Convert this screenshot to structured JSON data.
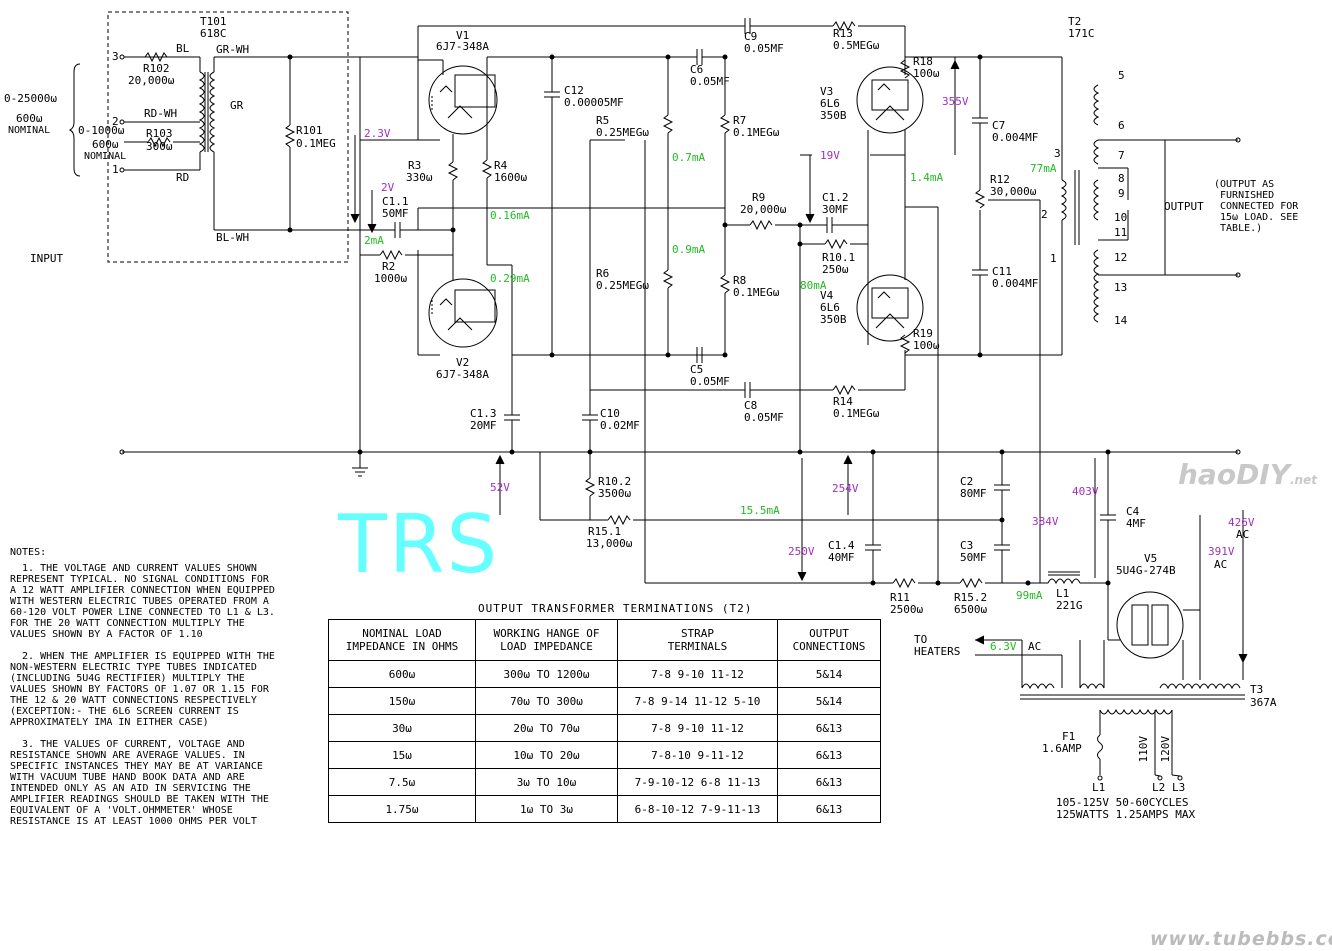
{
  "components": {
    "t101": {
      "name": "T101",
      "part": "618C"
    },
    "t2": {
      "name": "T2",
      "part": "171C"
    },
    "t3": {
      "name": "T3",
      "part": "367A"
    },
    "v1": {
      "name": "V1",
      "part": "6J7-348A"
    },
    "v2": {
      "name": "V2",
      "part": "6J7-348A"
    },
    "v3": {
      "name": "V3",
      "part": "6L6",
      "code": "350B"
    },
    "v4": {
      "name": "V4",
      "part": "6L6",
      "code": "350B"
    },
    "v5": {
      "name": "V5",
      "part": "5U4G-274B"
    },
    "l1": {
      "name": "L1",
      "part": "221G"
    },
    "f1": {
      "name": "F1",
      "value": "1.6AMP"
    }
  },
  "labels": {
    "t101_bl": "BL",
    "t101_rdwh": "RD-WH",
    "t101_rd": "RD",
    "t101_grwh": "GR-WH",
    "t101_gr": "GR",
    "t101_blwh": "BL-WH",
    "pin3": "3",
    "pin2": "2",
    "pin1": "1",
    "range1": "0-25000ω",
    "nom1": "600ω",
    "nom1b": "NOMINAL",
    "range2": "0-1000ω",
    "nom2": "600ω",
    "nom2b": "NOMINAL",
    "input": "INPUT",
    "r101": "R101",
    "r101v": "0.1MEG",
    "r102": "R102",
    "r102v": "20,000ω",
    "r103": "R103",
    "r103v": "300ω",
    "r3": "R3",
    "r3v": "330ω",
    "r4": "R4",
    "r4v": "1600ω",
    "c11": "C1.1",
    "c11v": "50MF",
    "r2": "R2",
    "r2v": "1000ω",
    "c12": "C12",
    "c12v": "0.00005MF",
    "r5": "R5",
    "r5v": "0.25MEGω",
    "r6": "R6",
    "r6v": "0.25MEGω",
    "c6": "C6",
    "c6v": "0.05MF",
    "c9": "C9",
    "c9v": "0.05MF",
    "r13": "R13",
    "r13v": "0.5MEGω",
    "r7": "R7",
    "r7v": "0.1MEGω",
    "r9": "R9",
    "r9v": "20,000ω",
    "c12b": "C1.2",
    "c12bv": "30MF",
    "r101b": "R10.1",
    "r101bv": "250ω",
    "r8": "R8",
    "r8v": "0.1MEGω",
    "c5": "C5",
    "c5v": "0.05MF",
    "c8": "C8",
    "c8v": "0.05MF",
    "r14": "R14",
    "r14v": "0.1MEGω",
    "r18": "R18",
    "r18v": "100ω",
    "r19": "R19",
    "r19v": "100ω",
    "c7": "C7",
    "c7v": "0.004MF",
    "r12": "R12",
    "r12v": "30,000ω",
    "c11b": "C11",
    "c11bv": "0.004MF",
    "c13": "C1.3",
    "c13v": "20MF",
    "c10": "C10",
    "c10v": "0.02MF",
    "r102b": "R10.2",
    "r102bv": "3500ω",
    "r151": "R15.1",
    "r151v": "13,000ω",
    "c14": "C1.4",
    "c14v": "40MF",
    "r11": "R11",
    "r11v": "2500ω",
    "r152": "R15.2",
    "r152v": "6500ω",
    "c2": "C2",
    "c2v": "80MF",
    "c3": "C3",
    "c3v": "50MF",
    "c4": "C4",
    "c4v": "4MF",
    "ac1": "AC",
    "ac2": "AC",
    "ac3": "AC",
    "to_heaters": "TO\nHEATERS",
    "l1t": "L1",
    "l2t": "L2",
    "l3t": "L3",
    "v110": "110V",
    "v120": "120V",
    "mains1": "105-125V 50-60CYCLES",
    "mains2": "125WATTS 1.25AMPS MAX",
    "output": "OUTPUT",
    "output_note": "(OUTPUT AS\n FURNISHED\n CONNECTED FOR\n 15ω LOAD. SEE\n TABLE.)",
    "t2_5": "5",
    "t2_6": "6",
    "t2_7": "7",
    "t2_8": "8",
    "t2_9": "9",
    "t2_10": "10",
    "t2_11": "11",
    "t2_12": "12",
    "t2_13": "13",
    "t2_14": "14",
    "t2_p3": "3",
    "t2_p2": "2",
    "t2_p1": "1"
  },
  "measurements": {
    "v_2_3": "2.3V",
    "v_2": "2V",
    "i_2ma": "2mA",
    "i_016": "0.16mA",
    "i_029": "0.29mA",
    "i_07": "0.7mA",
    "i_09": "0.9mA",
    "v_19": "19V",
    "v_355": "355V",
    "i_14": "1.4mA",
    "i_77": "77mA",
    "i_80": "80mA",
    "v_52": "52V",
    "i_155": "15.5mA",
    "v_254": "254V",
    "v_250": "250V",
    "v_384": "384V",
    "v_403": "403V",
    "i_99": "99mA",
    "v_426": "426V",
    "v_391": "391V",
    "v_63": "6.3V"
  },
  "watermark": {
    "overlay": "TRS",
    "site1": "haoDIY",
    "site1_tld": ".net",
    "site2": "www.tubebbs.com"
  },
  "notes": {
    "title": "NOTES:",
    "n1": "  1. THE VOLTAGE AND CURRENT VALUES SHOWN\nREPRESENT TYPICAL. NO SIGNAL CONDITIONS FOR\nA 12 WATT AMPLIFIER CONNECTION WHEN EQUIPPED\nWITH WESTERN ELECTRIC TUBES OPERATED FROM A\n60-120 VOLT POWER LINE CONNECTED TO L1 & L3.\nFOR THE 20 WATT CONNECTION MULTIPLY THE\nVALUES SHOWN BY A FACTOR OF 1.10",
    "n2": "  2. WHEN THE AMPLIFIER IS EQUIPPED WITH THE\nNON-WESTERN ELECTRIC TYPE TUBES INDICATED\n(INCLUDING 5U4G RECTIFIER) MULTIPLY THE\nVALUES SHOWN BY FACTORS OF 1.07 OR 1.15 FOR\nTHE 12 & 20 WATT CONNECTIONS RESPECTIVELY\n(EXCEPTION:- THE 6L6 SCREEN CURRENT IS\nAPPROXIMATELY IMA IN EITHER CASE)",
    "n3": "  3. THE VALUES OF CURRENT, VOLTAGE AND\nRESISTANCE SHOWN ARE AVERAGE VALUES. IN\nSPECIFIC INSTANCES THEY MAY BE AT VARIANCE\nWITH VACUUM TUBE HAND BOOK DATA AND ARE\nINTENDED ONLY AS AN AID IN SERVICING THE\nAMPLIFIER READINGS SHOULD BE TAKEN WITH THE\nEQUIVALENT OF A 'VOLT.OHMMETER' WHOSE\nRESISTANCE IS AT LEAST 1000 OHMS PER VOLT"
  },
  "table": {
    "title": "OUTPUT  TRANSFORMER  TERMINATIONS (T2)",
    "headers": [
      "NOMINAL LOAD\nIMPEDANCE IN OHMS",
      "WORKING HANGE OF\nLOAD IMPEDANCE",
      "STRAP\nTERMINALS",
      "OUTPUT\nCONNECTIONS"
    ],
    "rows": [
      [
        "600ω",
        "300ω TO 1200ω",
        "7-8 9-10 11-12",
        "5&14"
      ],
      [
        "150ω",
        "70ω TO 300ω",
        "7-8 9-14 11-12 5-10",
        "5&14"
      ],
      [
        "30ω",
        "20ω TO 70ω",
        "7-8 9-10 11-12",
        "6&13"
      ],
      [
        "15ω",
        "10ω TO 20ω",
        "7-8-10 9-11-12",
        "6&13"
      ],
      [
        "7.5ω",
        "3ω TO 10ω",
        "7-9-10-12 6-8 11-13",
        "6&13"
      ],
      [
        "1.75ω",
        "1ω TO 3ω",
        "6-8-10-12 7-9-11-13",
        "6&13"
      ]
    ]
  }
}
